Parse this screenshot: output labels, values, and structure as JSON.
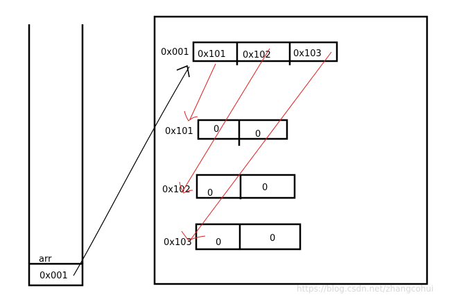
{
  "stack": {
    "variable_label": "arr",
    "variable_value": "0x001"
  },
  "heap": {
    "outer_array": {
      "address": "0x001",
      "cells": [
        "0x101",
        "0x102",
        "0x103"
      ]
    },
    "inner_arrays": [
      {
        "address": "0x101",
        "cells": [
          "0",
          "0"
        ]
      },
      {
        "address": "0x102",
        "cells": [
          "0",
          "0"
        ]
      },
      {
        "address": "0x103",
        "cells": [
          "0",
          "0"
        ]
      }
    ]
  },
  "watermark": "https://blog.csdn.net/zhangcohui",
  "colors": {
    "outline": "#000000",
    "pointer_arrow": "#000000",
    "reference_lines": "#e8191a",
    "watermark": "#d8d8d8"
  }
}
